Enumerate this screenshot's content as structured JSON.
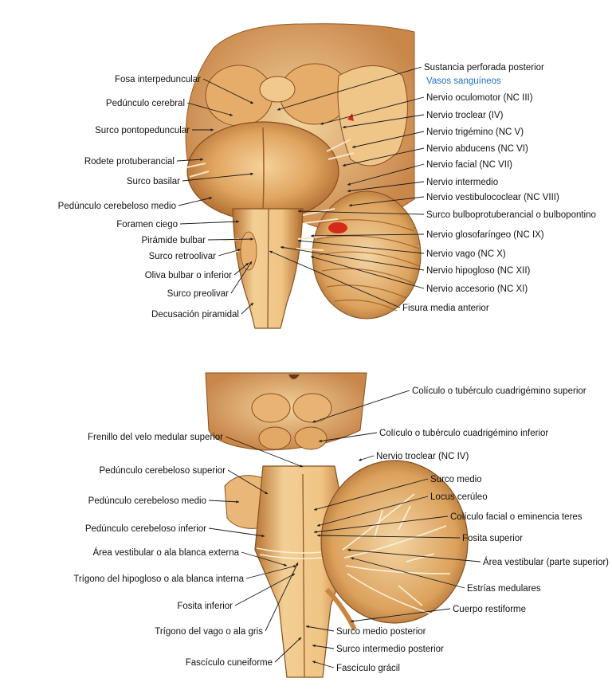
{
  "colors": {
    "leader_line": "#1a1a1a",
    "label_text": "#111111",
    "blue_label": "#1f6fc4",
    "tissue_light": "#f0c07d",
    "tissue_mid": "#d6954a",
    "tissue_dark": "#8a4f1e",
    "vessel_red": "#d42a1a"
  },
  "panels": [
    {
      "name": "ventral-brainstem-view",
      "labels_left": [
        "Fosa interpeduncular",
        "Pedúnculo cerebral",
        "Surco pontopeduncular",
        "Rodete protuberancial",
        "Surco basilar",
        "Pedúnculo cerebeloso medio",
        "Foramen ciego",
        "Pirámide bulbar",
        "Surco retroolivar",
        "Oliva bulbar o inferior",
        "Surco preolivar",
        "Decusación piramidal"
      ],
      "labels_right": [
        "Sustancia perforada posterior",
        "Vasos sanguíneos",
        "Nervio oculomotor (NC III)",
        "Nervio troclear (IV)",
        "Nervio trigémino (NC V)",
        "Nervio abducens (NC VI)",
        "Nervio facial (NC VII)",
        "Nervio intermedio",
        "Nervio vestibulococlear (NC VIII)",
        "Surco bulboprotuberancial o bulbopontino",
        "Nervio glosofaríngeo (NC IX)",
        "Nervio vago (NC X)",
        "Nervio hipogloso (NC XII)",
        "Nervio accesorio (NC XI)",
        "Fisura media anterior"
      ]
    },
    {
      "name": "dorsal-brainstem-view",
      "labels_left": [
        "Frenillo del velo medular superior",
        "Pedúnculo cerebeloso superior",
        "Pedúnculo cerebeloso medio",
        "Pedúnculo cerebeloso inferior",
        "Área vestibular o ala blanca externa",
        "Trígono del hipogloso o ala blanca interna",
        "Fosita inferior",
        "Trígono del vago o ala gris",
        "Fascículo cuneiforme"
      ],
      "labels_right": [
        "Colículo o tubérculo cuadrigémino superior",
        "Colículo o tubérculo cuadrigémino inferior",
        "Nervio troclear (NC IV)",
        "Surco medio",
        "Locus cerúleo",
        "Colículo facial o eminencia teres",
        "Fosita superior",
        "Área vestibular (parte superior)",
        "Estrías medulares",
        "Cuerpo restiforme",
        "Surco medio posterior",
        "Surco intermedio posterior",
        "Fascículo grácil"
      ]
    }
  ]
}
